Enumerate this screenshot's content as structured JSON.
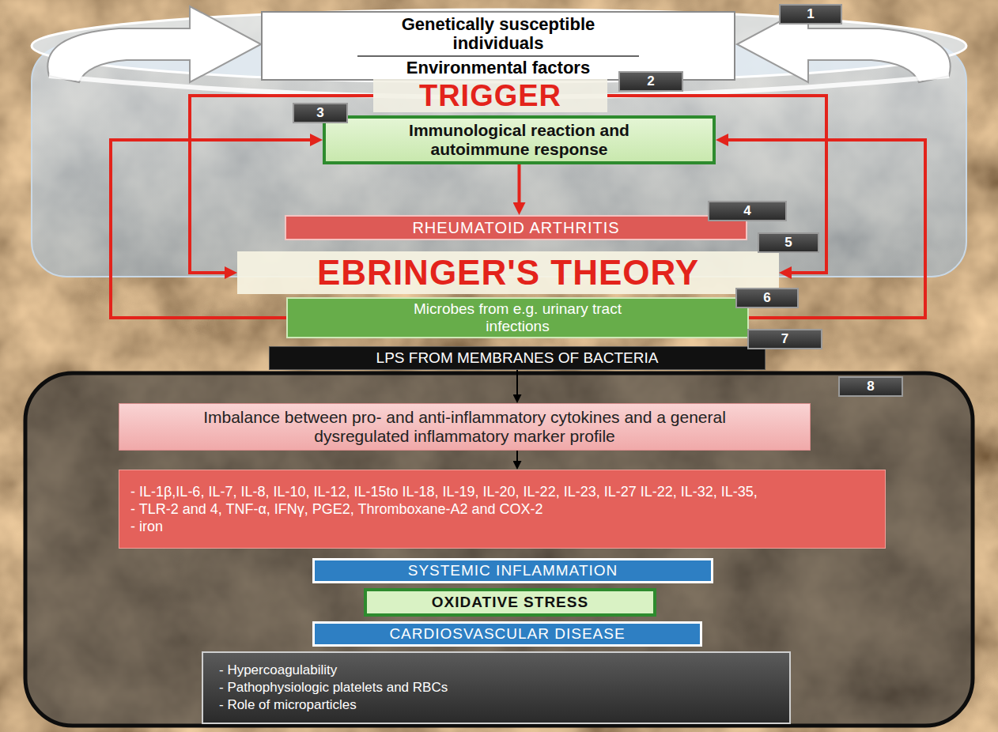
{
  "diagram": {
    "nodes": [
      {
        "text": [
          "Genetically susceptible individuals",
          "Environmental factors"
        ]
      },
      {
        "text": [
          "TRIGGER"
        ]
      },
      {
        "text": [
          "Immunological reaction and autoimmune response"
        ]
      },
      {
        "text": [
          "RHEUMATOID ARTHRITIS"
        ]
      },
      {
        "text": [
          "EBRINGER'S THEORY"
        ]
      },
      {
        "text": [
          "Microbes from e.g. urinary tract infections"
        ]
      },
      {
        "text": [
          "LPS FROM MEMBRANES OF BACTERIA"
        ]
      },
      {
        "text": [
          "Imbalance between pro- and anti-inflammatory cytokines and a general dysregulated inflammatory marker profile"
        ]
      },
      {
        "text": [
          "- IL-1β,IL-6, IL-7, IL-8, IL-10, IL-12, IL-15to IL-18, IL-19, IL-20, IL-22, IL-23, IL-27 IL-22, IL-32, IL-35,",
          "- TLR-2 and 4, TNF-α, IFNγ, PGE2, Thromboxane-A2 and COX-2",
          "- iron"
        ]
      },
      {
        "text": [
          "SYSTEMIC INFLAMMATION"
        ]
      },
      {
        "text": [
          "OXIDATIVE STRESS"
        ]
      },
      {
        "text": [
          "CARDIOSVASCULAR DISEASE"
        ]
      },
      {
        "text": [
          "- Hypercoagulability",
          "- Pathophysiologic platelets and RBCs",
          "- Role of microparticles"
        ]
      }
    ],
    "edges": [
      {
        "from": 1,
        "to": 4,
        "arrow": "to"
      },
      {
        "from": 1,
        "to": 4,
        "arrow": "to"
      },
      {
        "from": 2,
        "to": 3,
        "arrow": "to"
      },
      {
        "from": 5,
        "to": 2,
        "arrow": "to"
      },
      {
        "from": 5,
        "to": 2,
        "arrow": "to"
      },
      {
        "from": 5,
        "to": 6,
        "arrow": "to"
      },
      {
        "from": 6,
        "to": 7,
        "arrow": "to"
      },
      {
        "from": 7,
        "to": 8,
        "arrow": "to"
      }
    ],
    "labels": [
      "1",
      "2",
      "3",
      "4",
      "5",
      "6",
      "7",
      "8"
    ]
  }
}
